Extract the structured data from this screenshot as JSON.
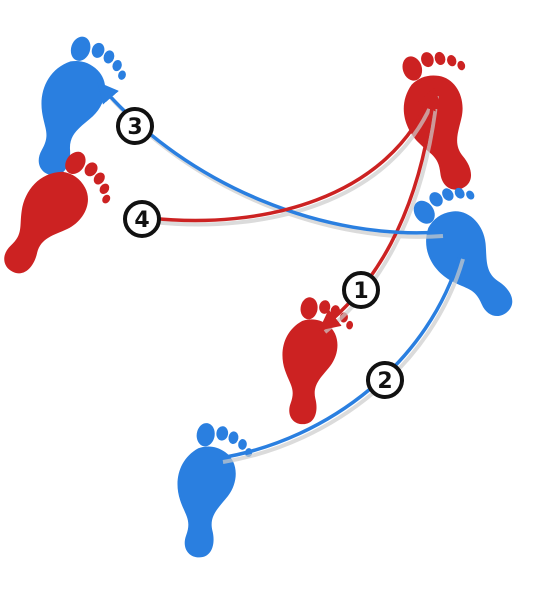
{
  "colors": {
    "red": "#cc2222",
    "blue": "#2a7fe0",
    "badge_stroke": "#111111",
    "badge_fill": "#ffffff",
    "shadow": "#bbbbbb"
  },
  "steps": [
    {
      "label": "1",
      "foot": "red"
    },
    {
      "label": "2",
      "foot": "blue"
    },
    {
      "label": "3",
      "foot": "blue"
    },
    {
      "label": "4",
      "foot": "red"
    }
  ]
}
